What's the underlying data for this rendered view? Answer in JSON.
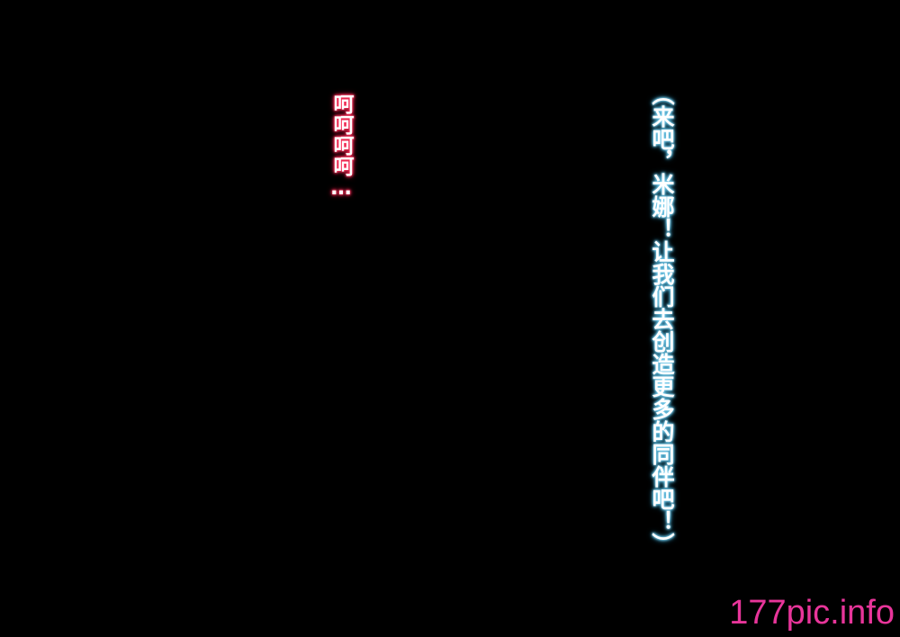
{
  "dialogue": {
    "left_text": "呵呵呵呵…",
    "left_color": "#ff2f5a",
    "right_text": "（来吧，米娜！让我们去创造更多的同伴吧！）",
    "right_color": "#7fd0ee"
  },
  "watermark": {
    "text": "177pic.info",
    "color": "#e8359a"
  }
}
